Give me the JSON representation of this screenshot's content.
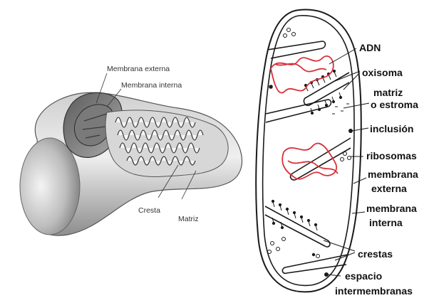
{
  "left_diagram": {
    "labels": {
      "membrana_externa": "Membrana externa",
      "membrana_interna": "Membrana interna",
      "cresta": "Cresta",
      "matriz": "Matriz"
    }
  },
  "right_diagram": {
    "labels": {
      "adn": "ADN",
      "oxisoma": "oxisoma",
      "matriz_1": "matriz",
      "matriz_2": "o estroma",
      "inclusion": "inclusión",
      "ribosomas": "ribosomas",
      "membrana_externa_1": "membrana",
      "membrana_externa_2": "externa",
      "membrana_interna_1": "membrana",
      "membrana_interna_2": "interna",
      "crestas": "crestas",
      "espacio_1": "espacio",
      "espacio_2": "intermembranas"
    },
    "colors": {
      "dna": "#d9303a",
      "outline": "#1a1a1a"
    }
  }
}
